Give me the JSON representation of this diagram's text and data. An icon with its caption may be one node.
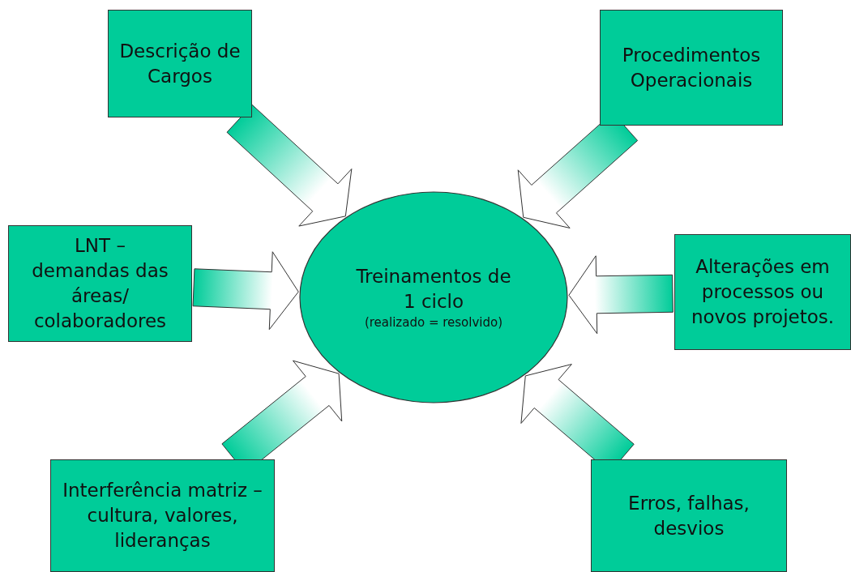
{
  "diagram": {
    "nodes": [
      {
        "text": [
          "Descrição de Cargos"
        ]
      },
      {
        "text": [
          "Procedimentos Operacionais"
        ]
      },
      {
        "text": [
          "LNT – demandas das áreas/ colaboradores"
        ]
      },
      {
        "text": [
          "Treinamentos de 1 ciclo",
          "(realizado = resolvido)"
        ]
      },
      {
        "text": [
          "Alterações em processos ou novos projetos."
        ]
      },
      {
        "text": [
          "Interferência matriz – cultura, valores, lideranças"
        ]
      },
      {
        "text": [
          "Erros, falhas, desvios"
        ]
      }
    ],
    "edges": [
      {
        "from": 0,
        "to": 3,
        "arrow": "to"
      },
      {
        "from": 1,
        "to": 3,
        "arrow": "to"
      },
      {
        "from": 2,
        "to": 3,
        "arrow": "to"
      },
      {
        "from": 4,
        "to": 3,
        "arrow": "to"
      },
      {
        "from": 5,
        "to": 3,
        "arrow": "to"
      },
      {
        "from": 6,
        "to": 3,
        "arrow": "to"
      }
    ]
  }
}
